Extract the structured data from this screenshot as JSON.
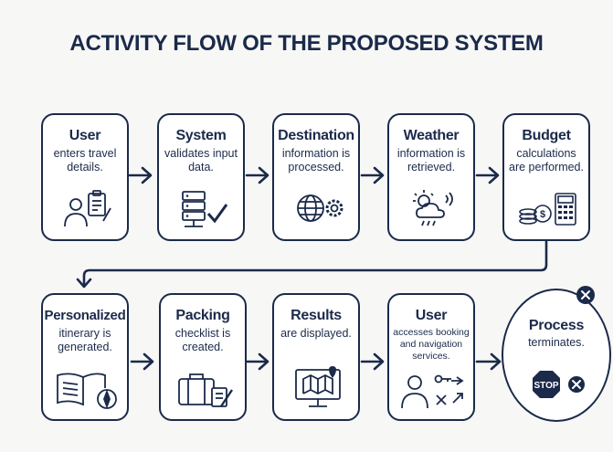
{
  "title": "ACTIVITY FLOW OF THE PROPOSED SYSTEM",
  "steps": [
    {
      "title": "User",
      "desc": "enters travel details.",
      "icon": "user-clipboard-icon"
    },
    {
      "title": "System",
      "desc": "validates input data.",
      "icon": "server-check-icon"
    },
    {
      "title": "Destination",
      "desc": "information is processed.",
      "icon": "globe-gear-icon"
    },
    {
      "title": "Weather",
      "desc": "information is retrieved.",
      "icon": "weather-icon"
    },
    {
      "title": "Budget",
      "desc": "calculations are performed.",
      "icon": "coins-calculator-icon"
    },
    {
      "title": "Personalized",
      "desc": "itinerary is generated.",
      "icon": "book-compass-icon"
    },
    {
      "title": "Packing",
      "desc": "checklist is created.",
      "icon": "suitcase-checklist-icon"
    },
    {
      "title": "Results",
      "desc": "are displayed.",
      "icon": "monitor-map-icon"
    },
    {
      "title": "User",
      "desc": "accesses booking and navigation services.",
      "icon": "user-services-icon"
    }
  ],
  "terminal": {
    "title": "Process",
    "desc": "terminates.",
    "stop_label": "STOP",
    "icon": "stop-sign-icon"
  },
  "colors": {
    "navy": "#1b2a4a",
    "background": "#f7f7f6",
    "stop_red": "#c62828"
  }
}
